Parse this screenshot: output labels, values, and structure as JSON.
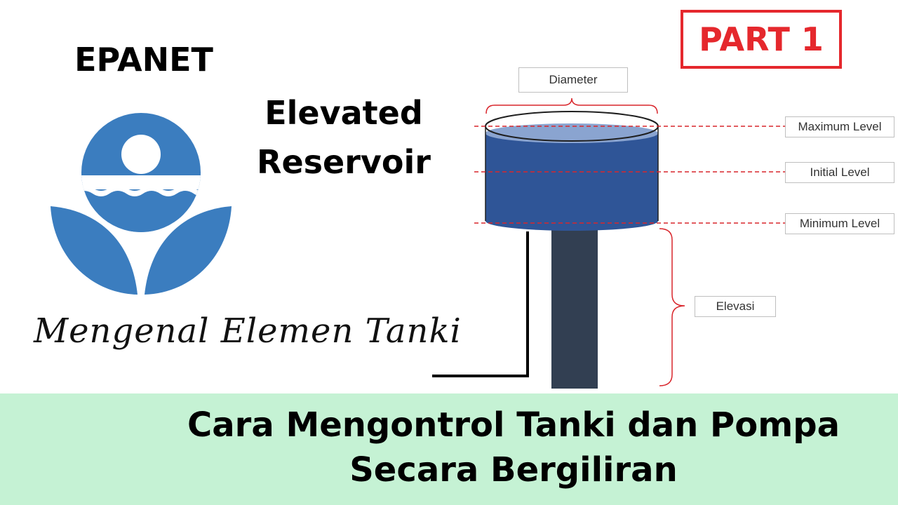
{
  "brand": "EPANET",
  "headline": [
    "Elevated",
    "Reservoir"
  ],
  "part_badge": "PART 1",
  "subtitle": "Mengenal Elemen Tanki",
  "diagram": {
    "labels": {
      "diameter": "Diameter",
      "maximum_level": "Maximum Level",
      "initial_level": "Initial Level",
      "minimum_level": "Minimum Level",
      "elevasi": "Elevasi"
    },
    "colors": {
      "tank_body": "#2f5597",
      "tank_top": "#8aa4d0",
      "tower": "#323f52",
      "level_line": "#d9262c",
      "bracket": "#d9262c"
    }
  },
  "banner": {
    "lines": [
      "Cara Mengontrol Tanki dan Pompa",
      "Secara Bergiliran"
    ],
    "color": "#c5f2d4"
  },
  "logo": {
    "icon": "epa-flower-logo-icon",
    "color": "#3b7dbf"
  }
}
